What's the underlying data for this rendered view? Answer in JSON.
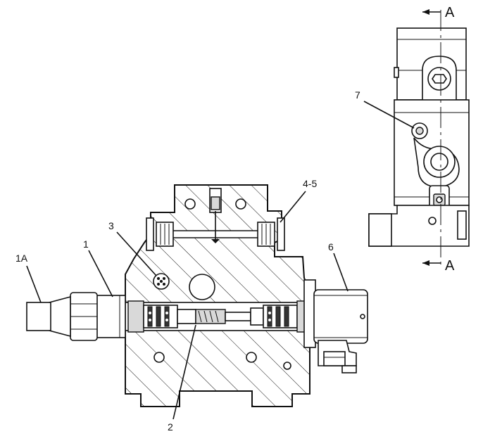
{
  "callouts": {
    "label_1A": "1A",
    "label_1": "1",
    "label_2": "2",
    "label_3": "3",
    "label_4_5": "4-5",
    "label_6": "6",
    "label_7": "7"
  },
  "section_markers": {
    "top": "A",
    "bottom": "A"
  }
}
